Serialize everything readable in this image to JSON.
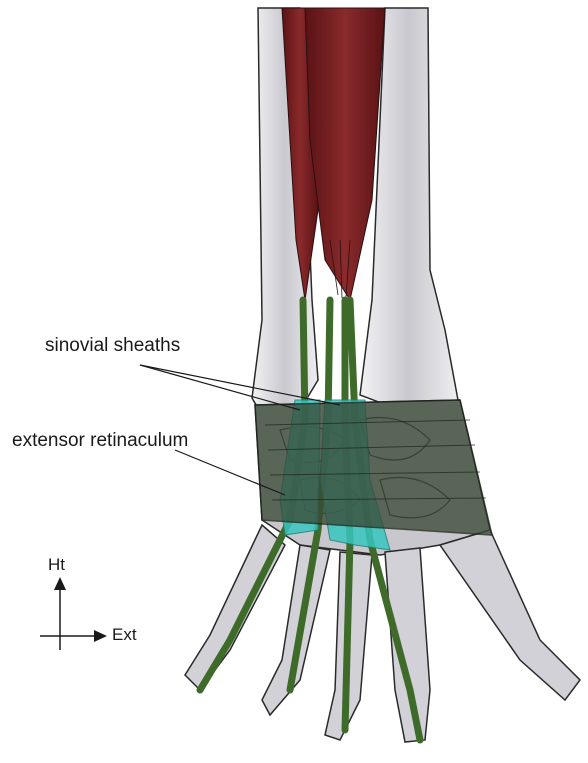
{
  "labels": {
    "sheaths": "sinovial sheaths",
    "retinaculum": "extensor retinaculum"
  },
  "orientation": {
    "vertical": "Ht",
    "horizontal": "Ext"
  },
  "colors": {
    "bone": "#d7d6da",
    "bone_outline": "#2a2a2a",
    "muscle": "#6e1a1c",
    "tendon": "#3e6b2a",
    "sheath": "#38c5be",
    "retinaculum": "#3a4a36"
  }
}
